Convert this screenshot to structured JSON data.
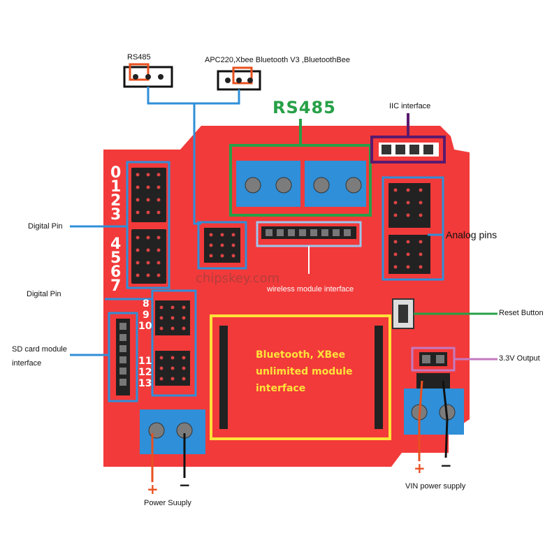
{
  "labels": {
    "rs485_jumper": "RS485",
    "wireless_jumper": "APC220,Xbee Bluetooth V3 ,BluetoothBee",
    "rs485_header": "RS485",
    "iic": "IIC interface",
    "digital_pin_1": "Digital Pin",
    "digital_pin_2": "Digital Pin",
    "sd_card_line1": "SD card module",
    "sd_card_line2": "interface",
    "analog_pins": "Analog pins",
    "wireless_line1": "wireless module interface",
    "reset_button": "Reset Button",
    "output_33v": "3.3V Output",
    "power_supply": "Power Suuply",
    "vin_supply": "VIN power supply",
    "bt_line1": "Bluetooth, XBee",
    "bt_line2": "unlimited module",
    "bt_line3": "interface",
    "watermark": "chipskey.com",
    "pin_0": "0",
    "pin_1": "1",
    "pin_2": "2",
    "pin_3": "3",
    "pin_4": "4",
    "pin_5": "5",
    "pin_6": "6",
    "pin_7": "7",
    "pin_8": "8",
    "pin_9": "9",
    "pin_10": "10",
    "pin_11": "11",
    "pin_12": "12",
    "pin_13": "13",
    "plus_1": "+",
    "minus_1": "−",
    "plus_2": "+",
    "minus_2": "−"
  },
  "colors": {
    "board": "#f23a3a",
    "connector_blue": "#2f8fd8",
    "rs485_green": "#27a047",
    "iic_purple": "#5a1a6e",
    "bt_yellow": "#ffe23a",
    "wire_red": "#e8501e",
    "wire_black": "#111111"
  }
}
